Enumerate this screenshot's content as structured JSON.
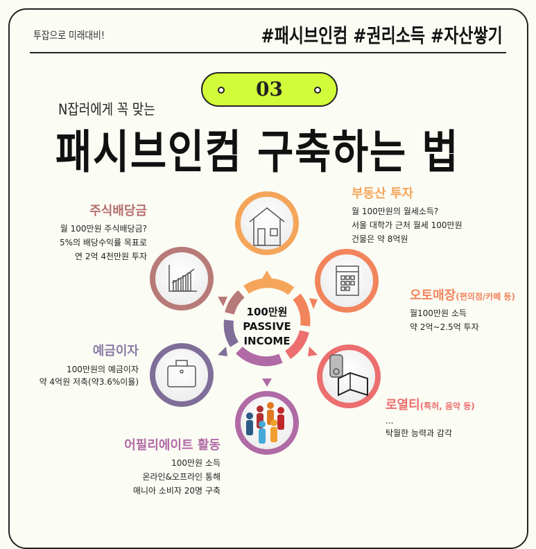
{
  "header": {
    "tagline": "투잡으로 미래대비!",
    "hashtags": "#패시브인컴 #권리소득 #자산쌓기"
  },
  "badge": {
    "number": "03"
  },
  "subtitle": "N잡러에게 꼭 맞는",
  "title": "패시브인컴 구축하는 법",
  "center": {
    "line1": "100만원",
    "line2": "PASSIVE",
    "line3": "INCOME"
  },
  "items": [
    {
      "id": "real-estate",
      "icon": "house-icon",
      "title": "부동산 투자",
      "desc": [
        "월 100만원의 월세소득?",
        "서울 대학가 근처 월세 100만원",
        "건물은 약 8억원"
      ],
      "color": "#f5a55a"
    },
    {
      "id": "auto-store",
      "icon": "calendar-icon",
      "title": "오토매장",
      "title_note": "(편의점/카페 등)",
      "desc": [
        "월100만원 소득",
        "약 2억~2.5억 투자"
      ],
      "color": "#f2845c"
    },
    {
      "id": "royalty",
      "icon": "music-book-icon",
      "title": "로열티",
      "title_note": "(특허, 음악 등)",
      "desc": [
        "...",
        "탁월한 능력과 감각"
      ],
      "color": "#ec6e6e"
    },
    {
      "id": "affiliate",
      "icon": "people-icon",
      "title": "어필리에이트 활동",
      "desc": [
        "100만원 소득",
        "온라인&오프라인 통해",
        "매니아 소비자 20명 구축"
      ],
      "color": "#b06aa5"
    },
    {
      "id": "deposit",
      "icon": "briefcase-icon",
      "title": "예금이자",
      "desc": [
        "100만원의 예금이자",
        "약 4억원 저축(약3.6%이율)"
      ],
      "color": "#7e6e98"
    },
    {
      "id": "dividend",
      "icon": "growth-chart-icon",
      "title": "주식배당금",
      "desc": [
        "월 100만원 주식배당금?",
        "5%의 배당수익률 목표로",
        "연 2억 4천만원 투자"
      ],
      "color": "#b87a78"
    }
  ]
}
